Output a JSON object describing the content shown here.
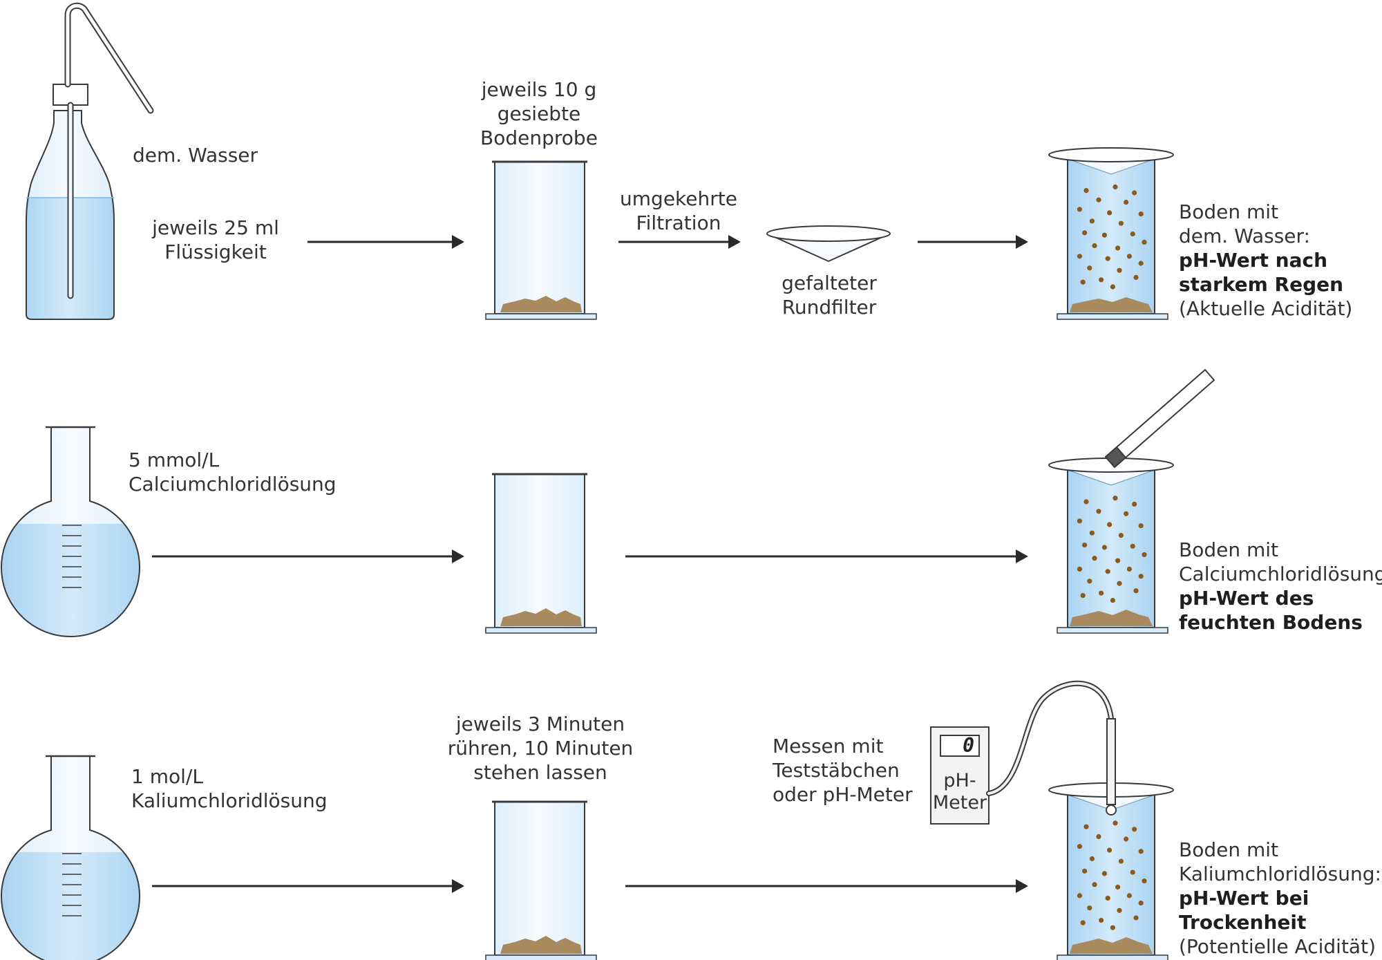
{
  "colors": {
    "liquid": "#b9dcf4",
    "glass": "#eef6fd",
    "outline": "#3a3a3a",
    "soil": "#a88a5e",
    "particle": "#8a5a1e",
    "arrow": "#2a2a2a"
  },
  "row1": {
    "liquid_label": "dem. Wasser",
    "volume_label": [
      "jeweils 25 ml",
      "Flüssigkeit"
    ],
    "sample_label": [
      "jeweils 10 g",
      "gesiebte",
      "Bodenprobe"
    ],
    "filtration_label": [
      "umgekehrte",
      "Filtration"
    ],
    "filter_label": [
      "gefalteter",
      "Rundfilter"
    ],
    "result_label": {
      "line1": "Boden mit",
      "line2": "dem. Wasser:",
      "bold": [
        "pH-Wert nach",
        "starkem Regen"
      ],
      "note": "(Aktuelle Acidität)"
    }
  },
  "row2": {
    "liquid_label": [
      "5 mmol/L",
      "Calciumchloridlösung"
    ],
    "result_label": {
      "line1": "Boden mit",
      "line2": "Calciumchloridlösung:",
      "bold": [
        "pH-Wert des",
        "feuchten Bodens"
      ]
    }
  },
  "row3": {
    "liquid_label": [
      "1 mol/L",
      "Kaliumchloridlösung"
    ],
    "stir_label": [
      "jeweils 3 Minuten",
      "rühren, 10 Minuten",
      "stehen lassen"
    ],
    "measure_label": [
      "Messen mit",
      "Teststäbchen",
      "oder pH-Meter"
    ],
    "meter_display": "0",
    "meter_label": [
      "pH-",
      "Meter"
    ],
    "result_label": {
      "line1": "Boden mit",
      "line2": "Kaliumchloridlösung:",
      "bold": [
        "pH-Wert bei",
        "Trockenheit"
      ],
      "note": "(Potentielle Acidität)"
    }
  }
}
